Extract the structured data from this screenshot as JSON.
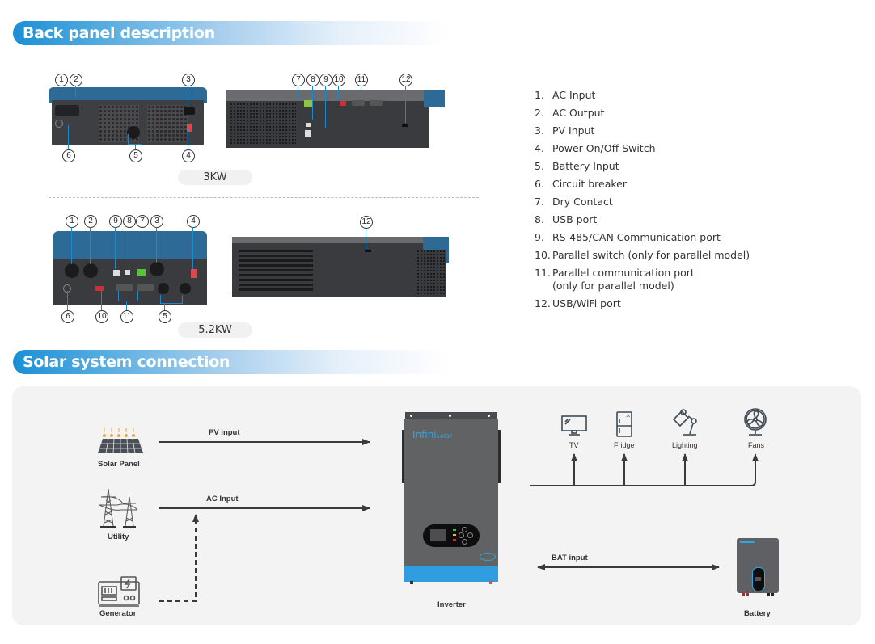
{
  "sections": {
    "back_panel": {
      "title": "Back panel description"
    },
    "solar_connection": {
      "title": "Solar system connection"
    }
  },
  "models": [
    {
      "label": "3KW",
      "rear_callouts": [
        "1",
        "2",
        "3",
        "4",
        "5",
        "6"
      ],
      "side_callouts": [
        "7",
        "8",
        "9",
        "10",
        "11",
        "12"
      ]
    },
    {
      "label": "5.2KW",
      "rear_callouts": [
        "1",
        "2",
        "9",
        "8",
        "7",
        "3",
        "4",
        "6",
        "10",
        "11",
        "5"
      ],
      "side_callouts": [
        "12"
      ]
    }
  ],
  "description_list": [
    {
      "num": "1.",
      "text": "AC Input"
    },
    {
      "num": "2.",
      "text": "AC Output"
    },
    {
      "num": "3.",
      "text": "PV Input"
    },
    {
      "num": "4.",
      "text": "Power On/Off Switch"
    },
    {
      "num": "5.",
      "text": "Battery Input"
    },
    {
      "num": "6.",
      "text": "Circuit breaker"
    },
    {
      "num": "7.",
      "text": "Dry Contact"
    },
    {
      "num": "8.",
      "text": "USB port"
    },
    {
      "num": "9.",
      "text": "RS-485/CAN Communication port"
    },
    {
      "num": "10.",
      "text": "Parallel switch (only for parallel model)"
    },
    {
      "num": "11.",
      "text": "Parallel communication port",
      "text2": "(only for parallel model)"
    },
    {
      "num": "12.",
      "text": "USB/WiFi port"
    }
  ],
  "diagram": {
    "sources": [
      {
        "label": "Solar Panel",
        "icon": "solar-panel-icon"
      },
      {
        "label": "Utility",
        "icon": "power-tower-icon"
      },
      {
        "label": "Generator",
        "icon": "generator-icon"
      }
    ],
    "flows": {
      "pv": "PV input",
      "ac": "AC Input",
      "bat": "BAT input"
    },
    "inverter": {
      "label": "Inverter",
      "brand_a": "Infini",
      "brand_b": "solar"
    },
    "loads": [
      {
        "label": "TV",
        "icon": "tv-icon"
      },
      {
        "label": "Fridge",
        "icon": "fridge-icon"
      },
      {
        "label": "Lighting",
        "icon": "desk-lamp-icon"
      },
      {
        "label": "Fans",
        "icon": "fan-icon"
      }
    ],
    "battery": {
      "label": "Battery"
    }
  },
  "colors": {
    "accent": "#1a8fd6",
    "inverter_blue": "#2f9ee0",
    "device_gray": "#58595b"
  }
}
